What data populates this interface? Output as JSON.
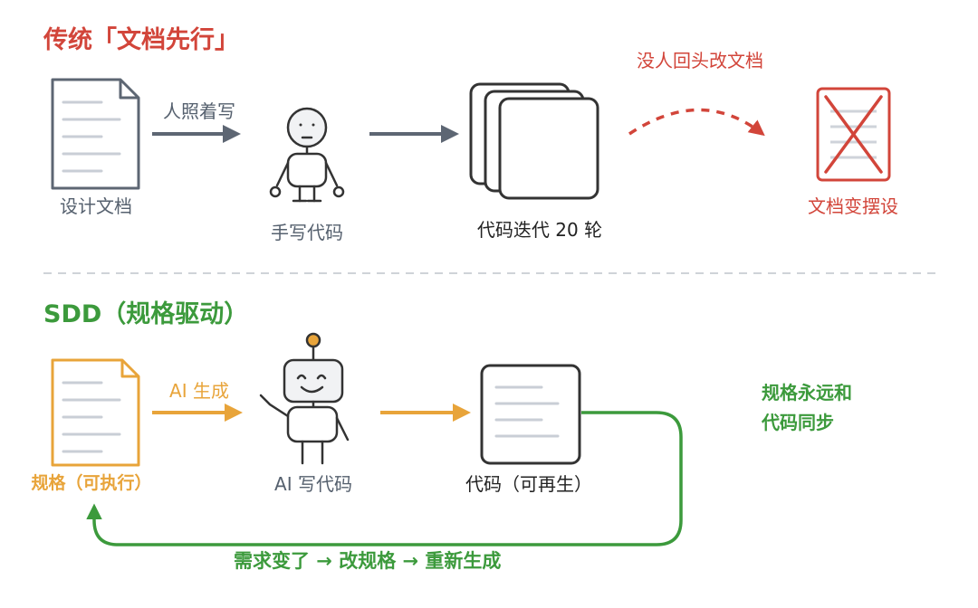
{
  "traditional": {
    "title": "传统「文档先行」",
    "design_doc_label": "设计文档",
    "arrow1_label": "人照着写",
    "human_coding_label": "手写代码",
    "iteration_label": "代码迭代 20 轮",
    "nobody_updates_label": "没人回头改文档",
    "doc_outdated_label": "文档变摆设"
  },
  "sdd": {
    "title": "SDD（规格驱动）",
    "spec_label": "规格（可执行）",
    "arrow1_label": "AI 生成",
    "ai_coding_label": "AI 写代码",
    "code_label": "代码（可再生）",
    "sync_note_line1": "规格永远和",
    "sync_note_line2": "代码同步",
    "loop_label": "需求变了 → 改规格 → 重新生成"
  },
  "colors": {
    "red": "#d2453a",
    "green": "#3c9a3c",
    "orange": "#e8a43a",
    "gray": "#55606e"
  }
}
